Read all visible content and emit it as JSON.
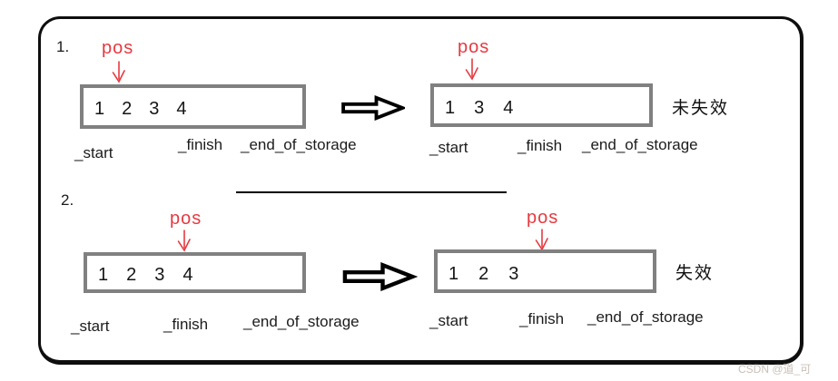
{
  "watermark": "CSDN @道_可",
  "colors": {
    "red": "#e63a41",
    "box_border": "#808080"
  },
  "sections": [
    {
      "number": "1.",
      "before": {
        "pos": "pos",
        "cells": [
          "1",
          "2",
          "3",
          "4"
        ],
        "start": "_start",
        "finish": "_finish",
        "end_of_storage": "_end_of_storage"
      },
      "after": {
        "pos": "pos",
        "cells": [
          "1",
          "3",
          "4"
        ],
        "start": "_start",
        "finish": "_finish",
        "end_of_storage": "_end_of_storage",
        "status": "未失效"
      }
    },
    {
      "number": "2.",
      "before": {
        "pos": "pos",
        "cells": [
          "1",
          "2",
          "3",
          "4"
        ],
        "start": "_start",
        "finish": "_finish",
        "end_of_storage": "_end_of_storage"
      },
      "after": {
        "pos": "pos",
        "cells": [
          "1",
          "2",
          "3"
        ],
        "start": "_start",
        "finish": "_finish",
        "end_of_storage": "_end_of_storage",
        "status": "失效"
      }
    }
  ]
}
